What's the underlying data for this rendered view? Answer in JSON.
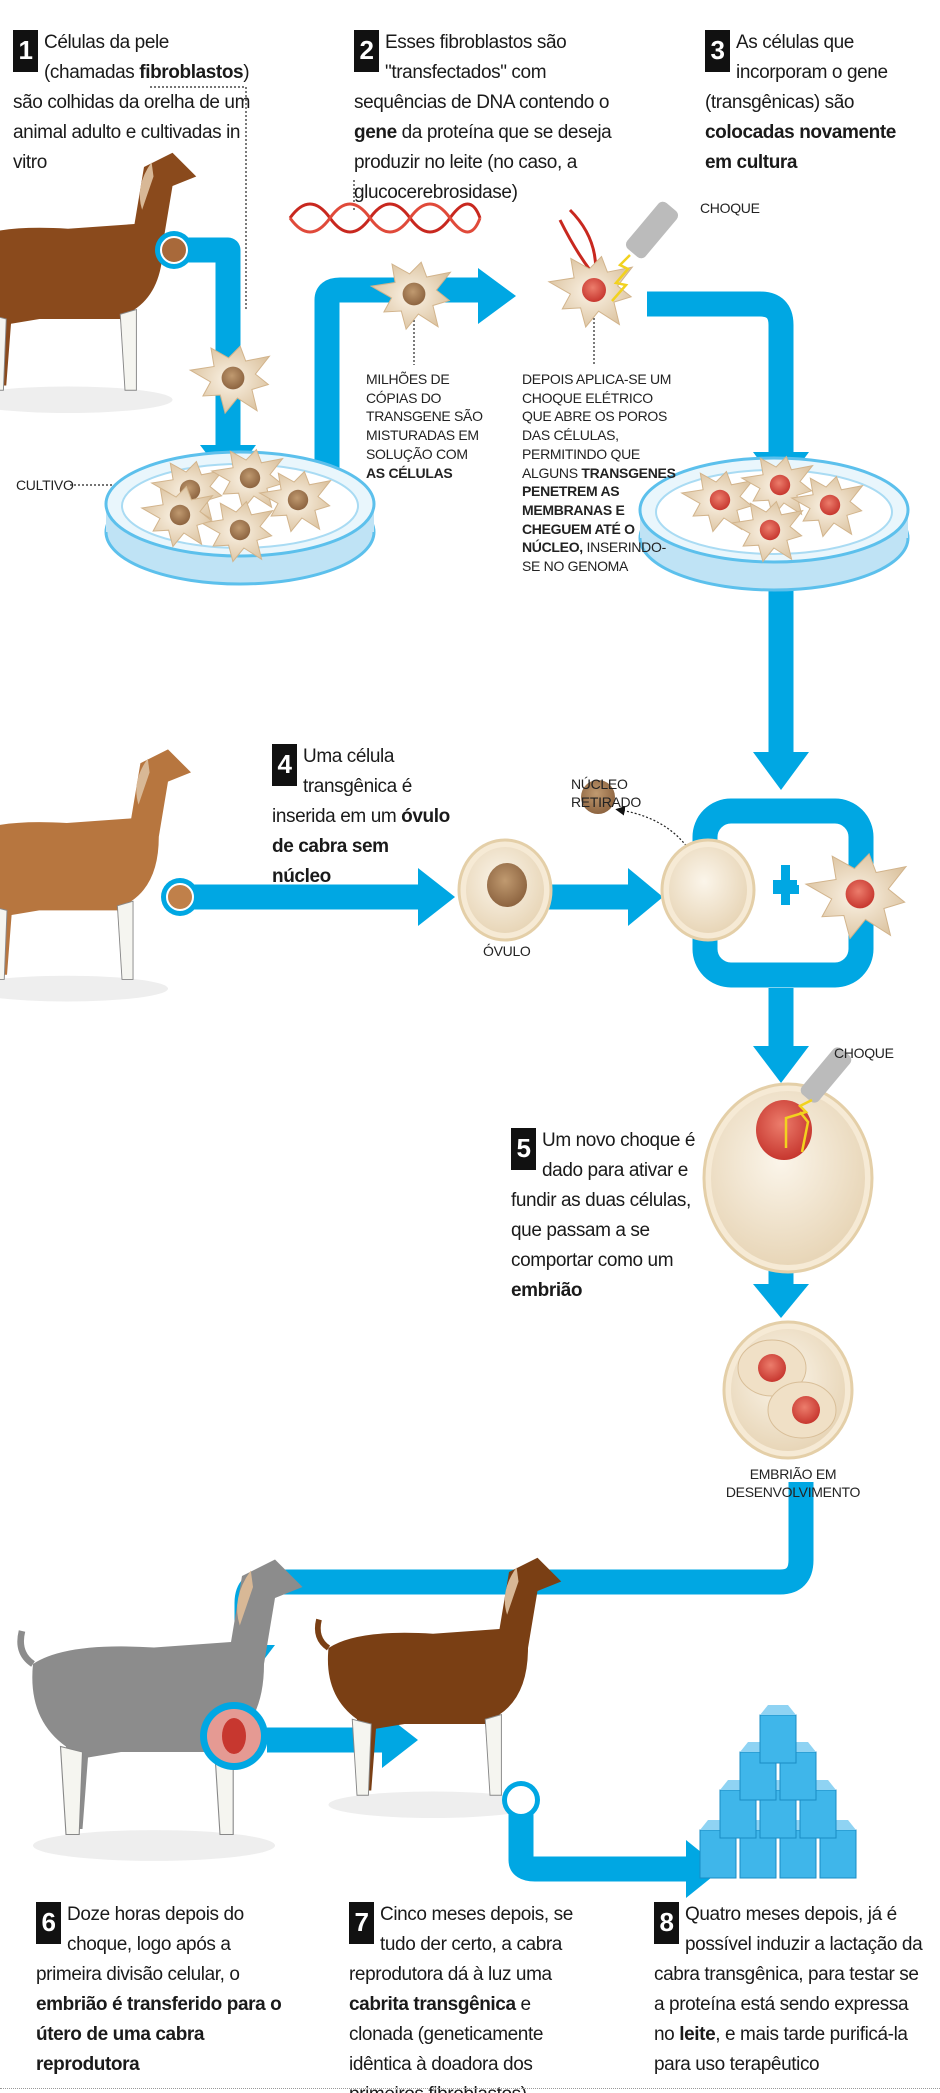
{
  "colors": {
    "flow": "#00a7e3",
    "cell": "#e6cfae",
    "nucleus_brown": "#a87a4f",
    "nucleus_red": "#d9493f",
    "ink": "#111111"
  },
  "steps": [
    {
      "num": "1",
      "parts": [
        {
          "t": "Células da pele (chamadas "
        },
        {
          "t": "fibroblastos",
          "b": true
        },
        {
          "t": ") são colhidas da orelha de um animal adulto e cultivadas in vitro"
        }
      ]
    },
    {
      "num": "2",
      "parts": [
        {
          "t": "Esses fibroblastos são \"transfectados\" com sequências de DNA contendo o "
        },
        {
          "t": "gene",
          "b": true
        },
        {
          "t": " da proteína que se deseja produzir no leite (no caso, a glucocerebrosidase)"
        }
      ]
    },
    {
      "num": "3",
      "parts": [
        {
          "t": "As células que incorporam o gene (transgênicas) são "
        },
        {
          "t": "colocadas novamente em cultura",
          "b": true
        }
      ]
    },
    {
      "num": "4",
      "parts": [
        {
          "t": "Uma célula transgênica é inserida em um "
        },
        {
          "t": "óvulo de cabra sem núcleo",
          "b": true
        }
      ]
    },
    {
      "num": "5",
      "parts": [
        {
          "t": "Um novo choque é dado para ativar e fundir as duas células, que passam a se comportar como um "
        },
        {
          "t": "embrião",
          "b": true
        }
      ]
    },
    {
      "num": "6",
      "parts": [
        {
          "t": "Doze horas depois do choque, logo após a primeira divisão celular, o "
        },
        {
          "t": "embrião é transferido para o útero de uma cabra reprodutora",
          "b": true
        }
      ]
    },
    {
      "num": "7",
      "parts": [
        {
          "t": "Cinco meses depois, se tudo der certo, a cabra reprodutora dá à luz uma "
        },
        {
          "t": "cabrita transgênica",
          "b": true
        },
        {
          "t": " e clonada (geneticamente idêntica à doadora dos primeiros fibroblastos)"
        }
      ]
    },
    {
      "num": "8",
      "parts": [
        {
          "t": "Quatro meses depois, já é possível induzir a lactação da cabra transgênica, para testar se a proteína está sendo expressa no "
        },
        {
          "t": "leite",
          "b": true
        },
        {
          "t": ", e mais tarde purificá-la para uso terapêutico"
        }
      ]
    }
  ],
  "captions": {
    "copies": [
      {
        "t": "Milhões de cópias do transgene são misturadas em solução com "
      },
      {
        "t": "as células",
        "b": true
      }
    ],
    "shock": [
      {
        "t": "Depois aplica-se um choque elétrico que abre os poros das células, permitindo que alguns "
      },
      {
        "t": "transgenes penetrem as membranas e cheguem até o núcleo,",
        "b": true
      },
      {
        "t": " inserindo-se no genoma"
      }
    ]
  },
  "labels": {
    "cultivo": "CULTIVO",
    "choque1": "CHOQUE",
    "choque2": "CHOQUE",
    "nucleo": "NÚCLEO RETIRADO",
    "ovulo": "ÓVULO",
    "embriao": "EMBRIÃO EM DESENVOLVIMENTO"
  }
}
